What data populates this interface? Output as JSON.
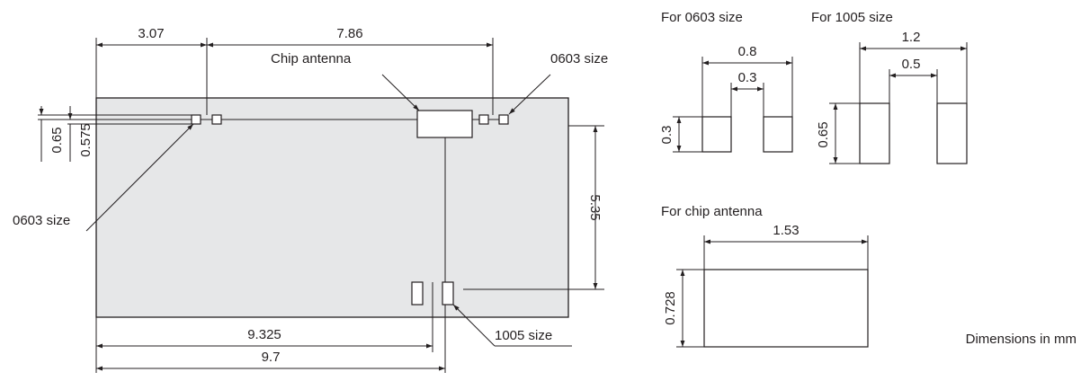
{
  "colors": {
    "board_fill": "#e6e7e8",
    "line": "#231f20",
    "pad_fill": "#ffffff"
  },
  "main_drawing": {
    "dimensions": {
      "top_left": "3.07",
      "top_mid": "7.86",
      "left_outer": "0.65",
      "left_inner": "0.575",
      "right_height": "5.35",
      "bottom_inner": "9.325",
      "bottom_outer": "9.7"
    },
    "labels": {
      "chip_antenna": "Chip antenna",
      "pad_0603_top": "0603 size",
      "pad_0603_left": "0603 size",
      "pad_1005": "1005 size"
    }
  },
  "detail_0603": {
    "title": "For 0603 size",
    "outer_width": "0.8",
    "gap": "0.3",
    "height": "0.3"
  },
  "detail_1005": {
    "title": "For 1005 size",
    "outer_width": "1.2",
    "gap": "0.5",
    "height": "0.65"
  },
  "detail_antenna": {
    "title": "For chip antenna",
    "width": "1.53",
    "height": "0.728"
  },
  "note": "Dimensions in mm"
}
